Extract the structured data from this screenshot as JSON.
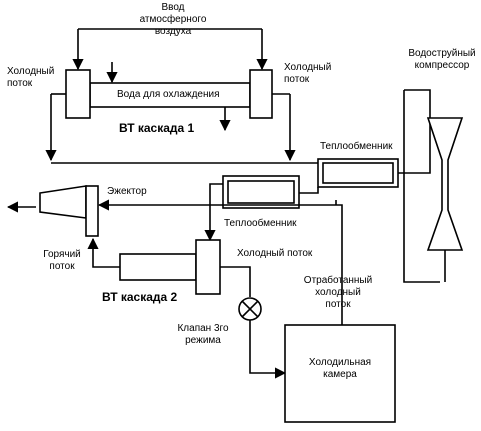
{
  "labels": {
    "atm_air_inlet": "Ввод\nатмосферного\nвоздуха",
    "cold_flow_left": "Холодный\nпоток",
    "cold_flow_right": "Холодный\nпоток",
    "cooling_water": "Вода для охлаждения",
    "vt_stage_1": "ВТ каскада 1",
    "water_jet_compressor": "Водоструйный\nкомпрессор",
    "heat_exchanger_top": "Теплообменник",
    "ejector": "Эжектор",
    "heat_exchanger_mid": "Теплообменник",
    "hot_flow": "Горячий\nпоток",
    "cold_flow_stage2": "Холодный поток",
    "vt_stage_2": "ВТ каскада 2",
    "spent_cold_flow": "Отработанный\nхолодный\nпоток",
    "valve_mode3": "Клапан 3го\nрежима",
    "cold_chamber": "Холодильная\nкамера"
  }
}
